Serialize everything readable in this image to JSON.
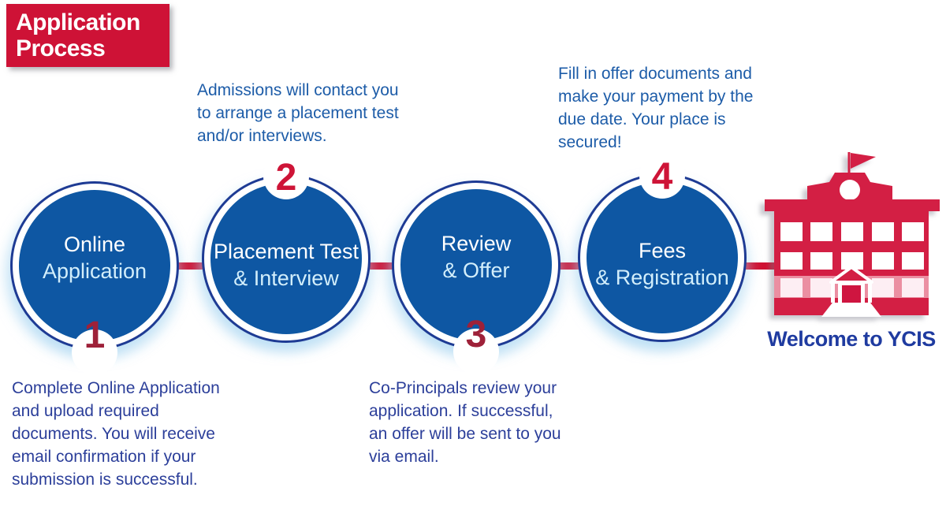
{
  "title": {
    "text": "Application\nProcess"
  },
  "steps": [
    {
      "number": "1",
      "label_line1": "Online",
      "label_line2": "Application",
      "description": "Complete Online Application\nand upload required\ndocuments. You will receive\nemail confirmation if your\nsubmission is successful."
    },
    {
      "number": "2",
      "label_line1": "Placement Test",
      "label_line2": "& Interview",
      "description": "Admissions will contact you\nto arrange a placement test\nand/or interviews."
    },
    {
      "number": "3",
      "label_line1": "Review",
      "label_line2": "& Offer",
      "description": "Co-Principals review your\napplication. If successful,\nan offer will be sent to you\nvia email."
    },
    {
      "number": "4",
      "label_line1": "Fees",
      "label_line2": "& Registration",
      "description": "Fill in offer documents and\nmake your payment by the\ndue date. Your place is\nsecured!"
    }
  ],
  "destination": {
    "welcome_text": "Welcome to YCIS",
    "icon": "school-building-icon"
  },
  "colors": {
    "brand_red": "#ce1236",
    "connector_red": "#d01132",
    "number_bright_red": "#ce1437",
    "number_dark_red": "#9e2139",
    "circle_fill_blue": "#0e57a3",
    "circle_ring_blue": "#1e3b94",
    "top_text_blue": "#1d5ca8",
    "bottom_text_blue": "#2c3f9a",
    "welcome_blue": "#1f3ba0",
    "building_red": "#d31f44"
  }
}
